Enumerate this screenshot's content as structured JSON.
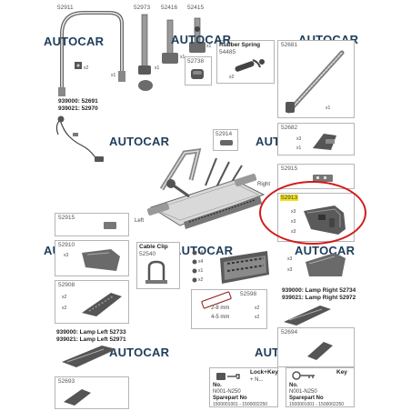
{
  "watermark": "AUTOCAR",
  "parts": {
    "frame_arch": "52911",
    "left_top_box1": "52973",
    "left_top_box2": "52416",
    "left_top_box3": "52415",
    "spring_box": "Rubber Spring",
    "spring_num": "54485",
    "small_box": "52738",
    "strap": "52681",
    "cable_line1": "939000: 52691",
    "cable_line2": "939021: 52970",
    "part_52914": "52914",
    "part_52682": "52682",
    "part_52915": "52915",
    "part_52913": "52913",
    "part_52915b": "52915",
    "part_52910": "52910",
    "cable_clip_title": "Cable Clip",
    "cable_clip_num": "52540",
    "part_52908": "52908",
    "lamp_left_1": "939000: Lamp Left 52733",
    "lamp_left_2": "939021: Lamp Left 52971",
    "part_52598": "52598",
    "lamp_right_1": "939000: Lamp Right 52734",
    "lamp_right_2": "939021: Lamp Right 52972",
    "part_52694": "52694",
    "part_52693": "52693",
    "bolt_spec_1": "2-8 mm",
    "bolt_spec_2": "4-5 mm",
    "lock_key_title": "Lock+Key",
    "key_title": "Key",
    "no_label": "No.",
    "no_range": "N001-N250",
    "sparepart_label": "Sparepart No",
    "sparepart_range": "1500001001 - 1500002250",
    "lock_n": "+ N...",
    "left_label": "Left",
    "right_label": "Right"
  },
  "qty": {
    "x1": "x1",
    "x2": "x2",
    "x3": "x3",
    "x4": "x4"
  },
  "highlight": {
    "color": "#d21b1b",
    "label_bg": "#f3e11a"
  }
}
